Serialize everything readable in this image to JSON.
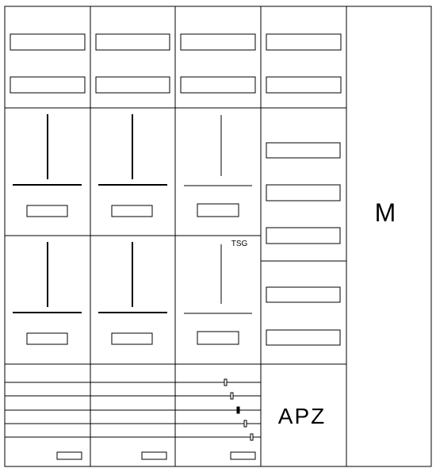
{
  "labels": {
    "meter_cabinet_letter": "M",
    "apz": "APZ",
    "tsg": "TSG"
  },
  "colors": {
    "line": "#000000",
    "background": "#ffffff"
  }
}
